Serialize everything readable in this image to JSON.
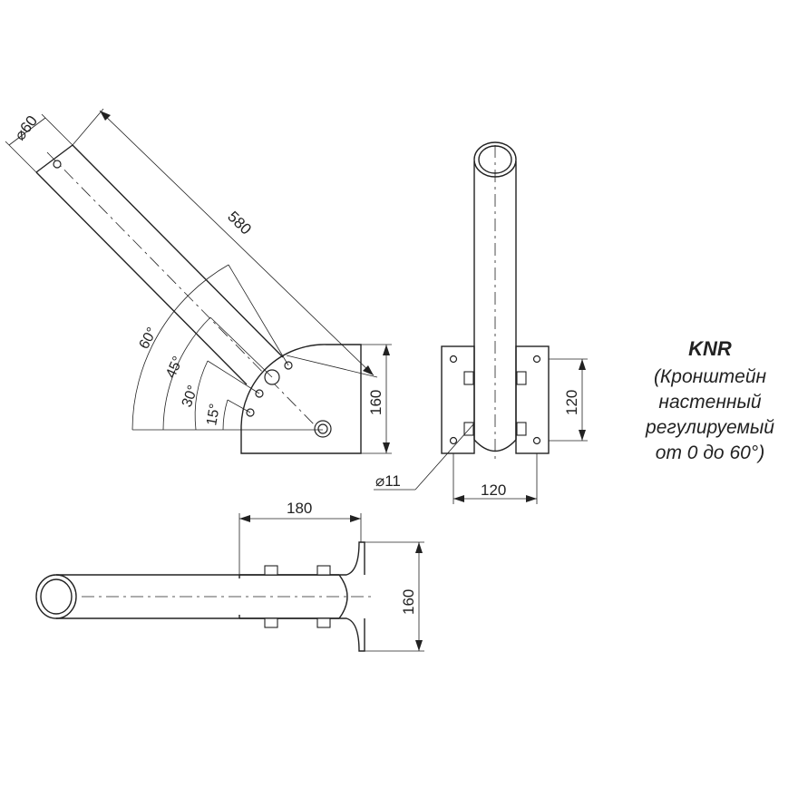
{
  "title": {
    "code": "KNR",
    "desc_lines": [
      "(Кронштейн",
      "настенный",
      "регулируемый",
      "от 0 до 60°)"
    ]
  },
  "dims": {
    "diameter_tube": "⌀60",
    "length_tube": "580",
    "height_plate": "160",
    "hole": "⌀11",
    "width_front": "120",
    "height_front": "120",
    "offset_bottom": "180",
    "height_bottom": "160"
  },
  "angles": [
    "60°",
    "45°",
    "30°",
    "15°"
  ]
}
